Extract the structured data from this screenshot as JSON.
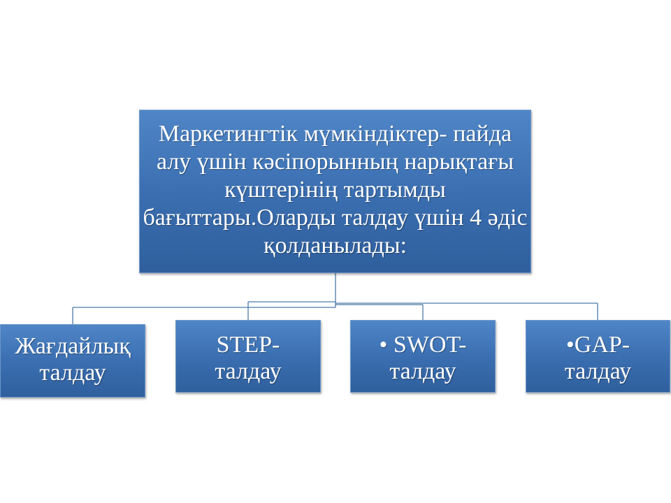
{
  "diagram": {
    "root": {
      "text": "Маркетингтік мүмкіндіктер- пайда алу үшін кәсіпорынның нарықтағы күштерінің тартымды бағыттары.Оларды талдау үшін 4 әдіс қолданылады:"
    },
    "children": [
      {
        "text": "Жағдайлық талдау"
      },
      {
        "text": "STEP-талдау"
      },
      {
        "text": "• SWOT-талдау"
      },
      {
        "text": "•GAP-талдау"
      }
    ],
    "colors": {
      "box_fill": "#3b6fb1",
      "box_text": "#ffffff",
      "connector": "#4a7aa8"
    }
  }
}
